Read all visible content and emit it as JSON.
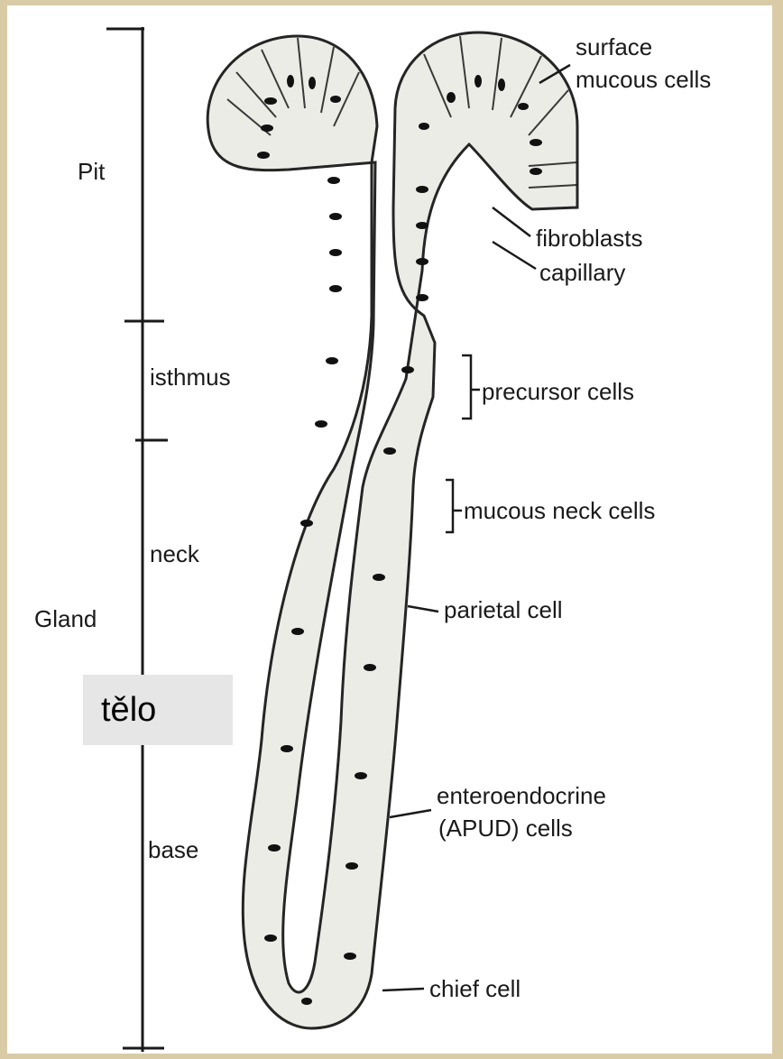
{
  "overlay_label": "tělo",
  "section_labels": {
    "pit": "Pit",
    "gland": "Gland",
    "isthmus": "isthmus",
    "neck": "neck",
    "base": "base"
  },
  "annotations": {
    "surface_mucous_line1": "surface",
    "surface_mucous_line2": "mucous cells",
    "fibroblasts": "fibroblasts",
    "capillary": "capillary",
    "precursor": "precursor  cells",
    "mucous_neck": "mucous neck cells",
    "parietal": "parietal cell",
    "enteroendocrine_line1": "enteroendocrine",
    "enteroendocrine_line2": "(APUD) cells",
    "chief": "chief cell"
  },
  "colors": {
    "background": "#d9cba6",
    "panel": "#ffffff",
    "cell_fill": "#ecebe6",
    "ink": "#1a1a1a",
    "overlay_box": "#e6e6e6"
  }
}
